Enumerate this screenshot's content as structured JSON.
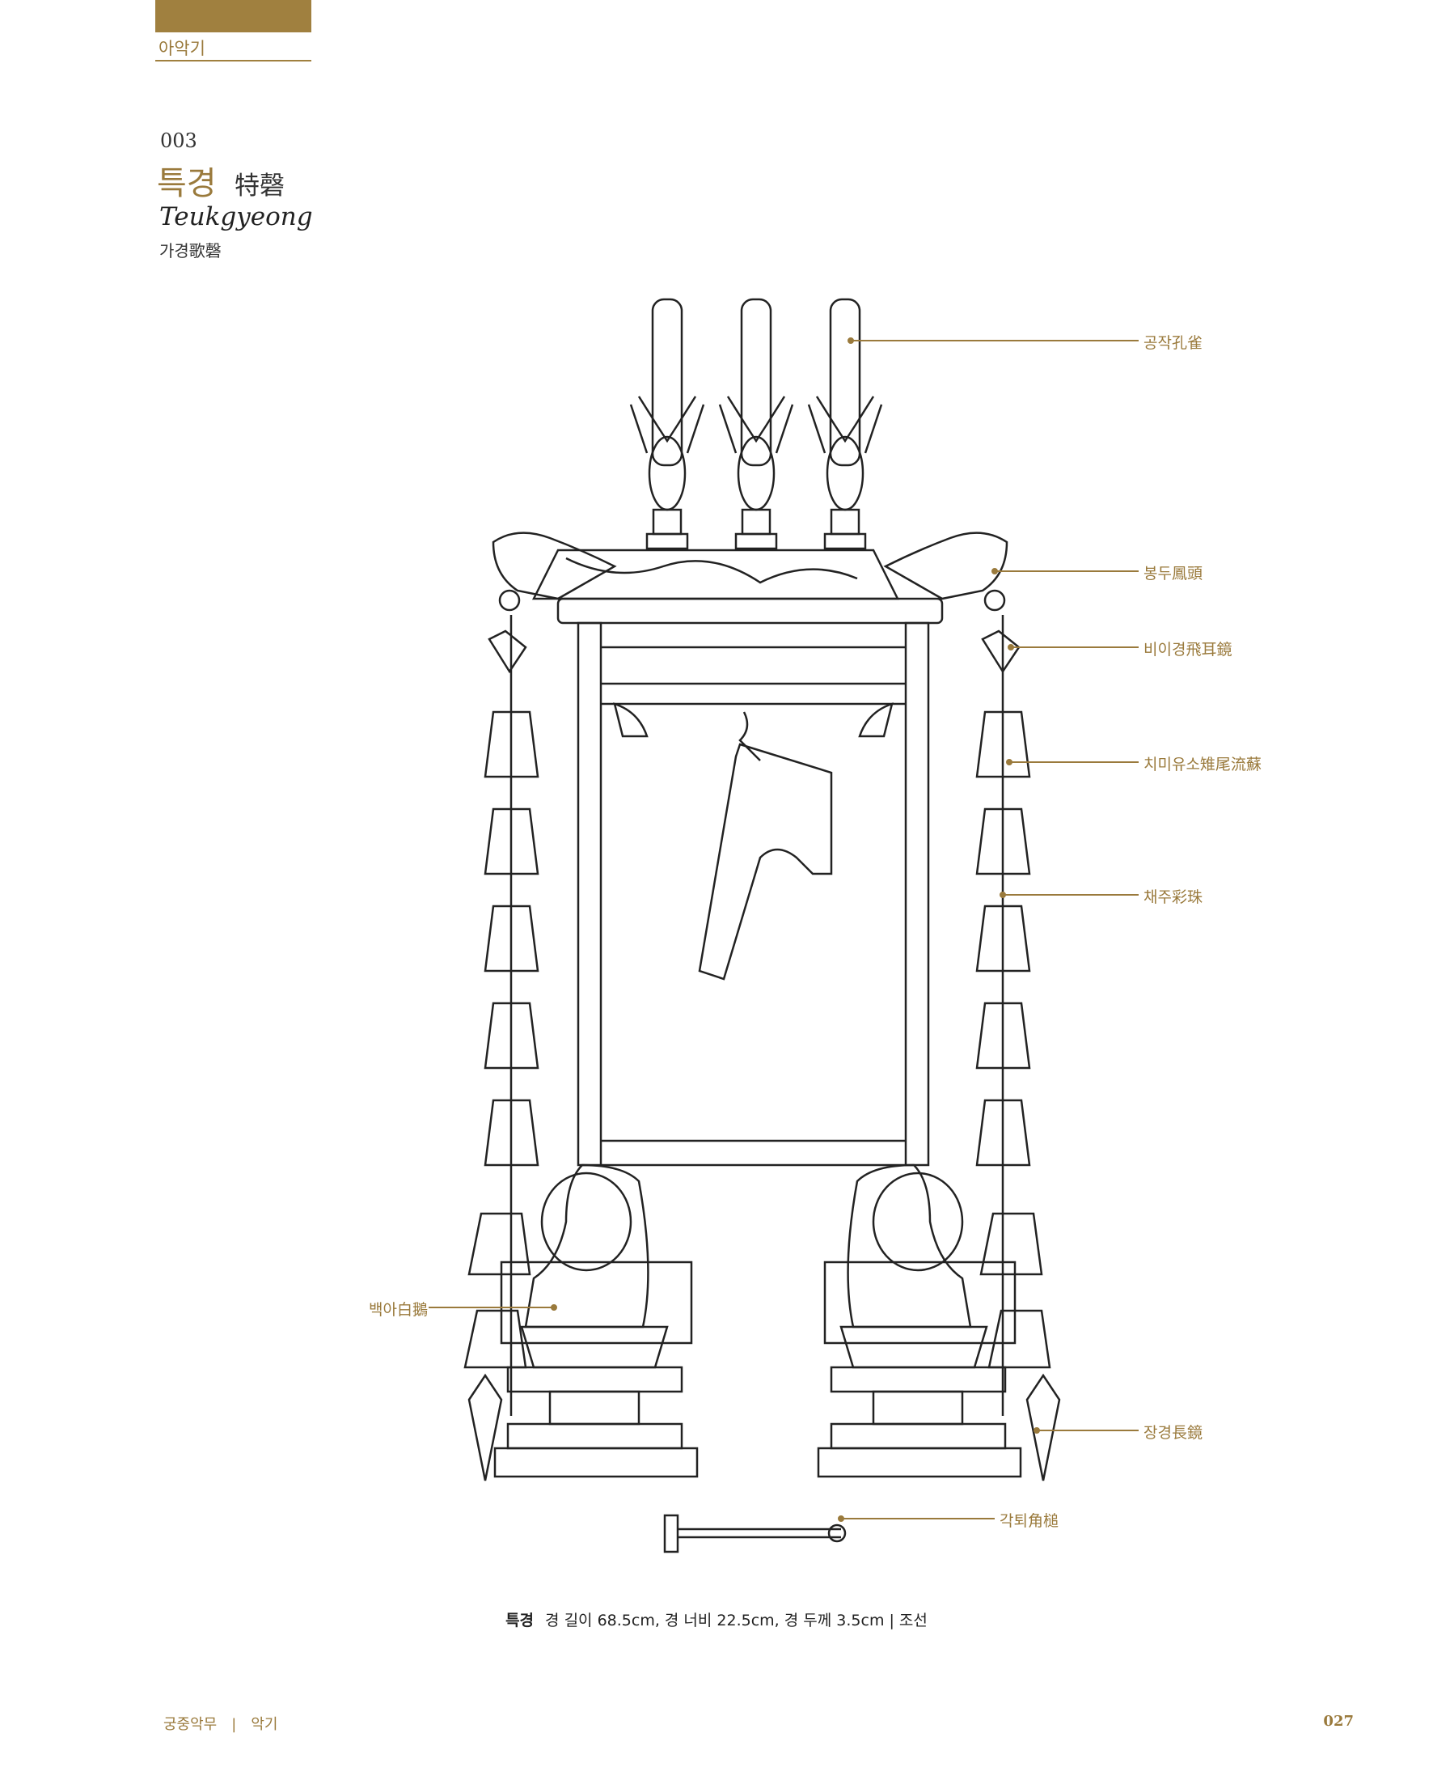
{
  "header": {
    "category": "아악기"
  },
  "entry": {
    "number": "003",
    "name_ko": "특경",
    "name_hanja": "特磬",
    "name_roman": "Teukgyeong",
    "alt_name": "가경歌磬"
  },
  "labels": {
    "peacock": "공작孔雀",
    "phoenix_head": "봉두鳳頭",
    "flying_ear_mirror": "비이경飛耳鏡",
    "pheasant_tassel": "치미유소雉尾流蘇",
    "colored_bead": "채주彩珠",
    "white_goose": "백아白鵝",
    "long_mirror": "장경長鏡",
    "horn_mallet": "각퇴角槌"
  },
  "caption": {
    "bold": "특경",
    "text": "경 길이 68.5cm, 경 너비 22.5cm, 경 두께 3.5cm | 조선"
  },
  "footer": {
    "section": "궁중악무",
    "subsection": "악기",
    "page": "027"
  }
}
